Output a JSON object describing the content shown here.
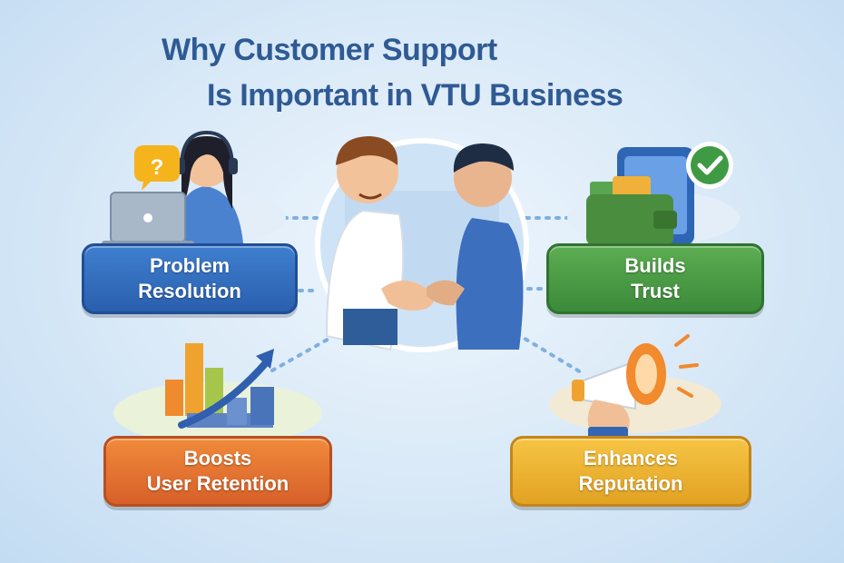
{
  "title": {
    "line1": "Why Customer Support",
    "line2": "Is Important in VTU Business"
  },
  "benefits": [
    {
      "line1": "Problem",
      "line2": "Resolution",
      "color": "#2f67b5"
    },
    {
      "line1": "Builds",
      "line2": "Trust",
      "color": "#449a41"
    },
    {
      "line1": "Boosts",
      "line2": "User Retention",
      "color": "#e36e30"
    },
    {
      "line1": "Enhances",
      "line2": "Reputation",
      "color": "#edb030"
    }
  ],
  "icons": {
    "support_agent": "support-agent-icon",
    "handshake": "handshake-icon",
    "wallet": "wallet-icon",
    "growth_chart": "growth-chart-icon",
    "megaphone": "megaphone-icon"
  },
  "question_mark": "?"
}
